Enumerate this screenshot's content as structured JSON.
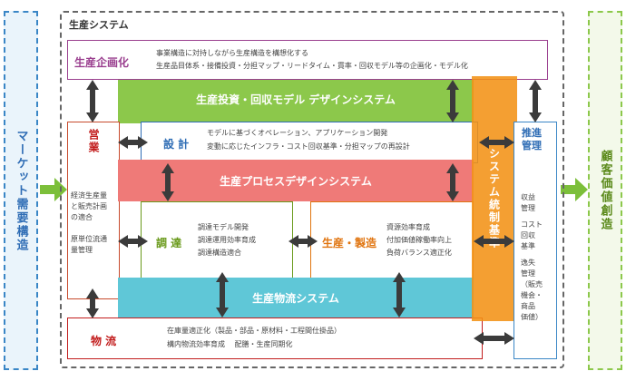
{
  "market": {
    "label": "マーケット需要構造"
  },
  "customer": {
    "label": "顧客価値創造"
  },
  "system": {
    "title": "生産システム"
  },
  "planning": {
    "title": "生産企画化",
    "line1": "事業構造に対持しながら生産構造を構想化する",
    "line2": "生産品目体系・接備投資・分担マップ・リードタイム・貫率・回収モデル等の企画化・モデル化"
  },
  "band_invest": {
    "label": "生産投資・回収モデル デザインシステム"
  },
  "band_process": {
    "label": "生産プロセスデザインシステム"
  },
  "band_logistics": {
    "label": "生産物流システム"
  },
  "integration": {
    "label": "システム統制基準"
  },
  "sales": {
    "title": "営業",
    "text1a": "経済生産量",
    "text1b": "と販売計画",
    "text1c": "の適合",
    "text2a": "原単位流通",
    "text2b": "量管理"
  },
  "design": {
    "title": "設 計",
    "line1": "モデルに基づくオペレーション、アプリケーション開発",
    "line2": "変動に応じたインフラ・コスト回収基準・分担マップの再設計"
  },
  "procure": {
    "title": "調 達",
    "line1": "調達モデル開発",
    "line2": "調達運用効率育成",
    "line3": "調達構造適合"
  },
  "production": {
    "title": "生産・製造",
    "line1": "資源効率育成",
    "line2": "付加価値稼働率向上",
    "line3": "負荷バランス適正化"
  },
  "logistics": {
    "title": "物 流",
    "line1": "在庫量適正化（製品・部品・原材料・工程間仕掛品）",
    "line2": "構内物流効率育成　 配膳・生産同期化"
  },
  "promotion": {
    "title": "推進管理",
    "items": [
      "収益",
      "管理",
      "コスト",
      "回収",
      "基準",
      "逸失",
      "管理",
      "（販売",
      "機会・",
      "商品",
      "価値）"
    ]
  },
  "colors": {
    "invest": "#8cc84b",
    "process": "#ef7a78",
    "logistics": "#5fc7d7",
    "integration": "#f39a1f",
    "blue": "#2f6db5",
    "purple": "#9a3f8f",
    "red": "#c21d1d",
    "orange": "#e0740f",
    "green": "#6a9a1c"
  }
}
